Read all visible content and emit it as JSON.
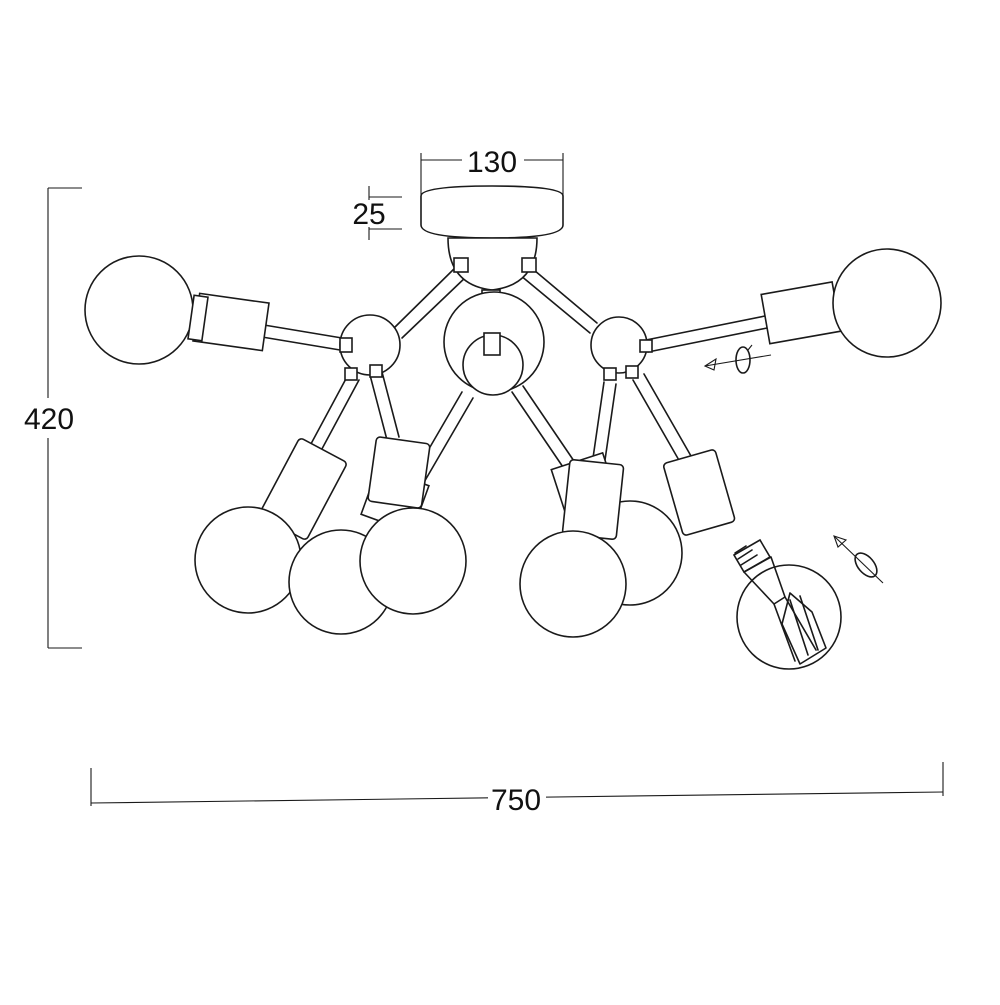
{
  "drawing": {
    "dimensions": {
      "canopy_width": "130",
      "canopy_height": "25",
      "overall_height": "420",
      "overall_width": "750"
    },
    "icons": [
      "rotate-arrow-icon",
      "bulb-detail-icon"
    ],
    "colors": {
      "line": "#1a1a1a",
      "background": "#ffffff"
    }
  }
}
